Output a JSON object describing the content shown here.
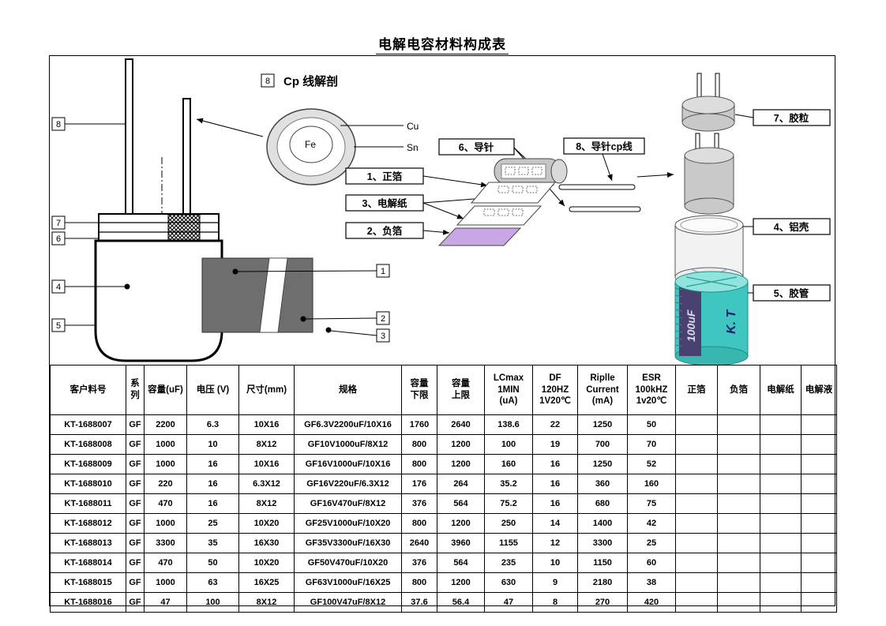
{
  "title": "电解电容材料构成表",
  "diagram": {
    "cp_section": {
      "number": "8",
      "title": "Cp 线解剖",
      "core_label": "Fe",
      "mid_label": "Cu",
      "outer_label": "Sn"
    },
    "callout_boxes": {
      "pos_foil": "1、正箔",
      "paper": "3、电解纸",
      "neg_foil": "2、负箔",
      "lead_pin": "6、导针",
      "lead_cp_wire": "8、导针cp线",
      "rubber_seal": "7、胶粒",
      "aluminum_can": "4、铝壳",
      "rubber_sleeve": "5、胶管"
    },
    "part_numbers": {
      "n1": "1",
      "n2": "2",
      "n3": "3",
      "n4": "4",
      "n5": "5",
      "n6": "6",
      "n7": "7",
      "n8": "8"
    },
    "sleeve_print": {
      "capacity": "100uF",
      "brand": "K. T"
    },
    "colors": {
      "sleeve_teal": "#3fc6c0",
      "sleeve_band": "#494170",
      "foil_purple": "#c9a7e4"
    }
  },
  "table": {
    "headers": [
      {
        "lines": [
          "客户料号"
        ]
      },
      {
        "lines": [
          "系",
          "列"
        ]
      },
      {
        "lines": [
          "容量(uF)"
        ]
      },
      {
        "lines": [
          "电压 (V)"
        ]
      },
      {
        "lines": [
          "尺寸(mm)"
        ]
      },
      {
        "lines": [
          "规格"
        ]
      },
      {
        "lines": [
          "容量",
          "下限"
        ]
      },
      {
        "lines": [
          "容量",
          "上限"
        ]
      },
      {
        "lines": [
          "LCmax",
          "1MIN",
          "(uA)"
        ]
      },
      {
        "lines": [
          "DF",
          "120HZ",
          "1V20℃"
        ]
      },
      {
        "lines": [
          "Riplle",
          "Current",
          "(mA)"
        ]
      },
      {
        "lines": [
          "ESR",
          "100kHZ",
          "1v20℃"
        ]
      },
      {
        "lines": [
          "正箔"
        ]
      },
      {
        "lines": [
          "负箔"
        ]
      },
      {
        "lines": [
          "电解纸"
        ]
      },
      {
        "lines": [
          "电解液"
        ]
      }
    ],
    "rows": [
      [
        "KT-1688007",
        "GF",
        "2200",
        "6.3",
        "10X16",
        "GF6.3V2200uF/10X16",
        "1760",
        "2640",
        "138.6",
        "22",
        "1250",
        "50",
        "",
        "",
        "",
        ""
      ],
      [
        "KT-1688008",
        "GF",
        "1000",
        "10",
        "8X12",
        "GF10V1000uF/8X12",
        "800",
        "1200",
        "100",
        "19",
        "700",
        "70",
        "",
        "",
        "",
        ""
      ],
      [
        "KT-1688009",
        "GF",
        "1000",
        "16",
        "10X16",
        "GF16V1000uF/10X16",
        "800",
        "1200",
        "160",
        "16",
        "1250",
        "52",
        "",
        "",
        "",
        ""
      ],
      [
        "KT-1688010",
        "GF",
        "220",
        "16",
        "6.3X12",
        "GF16V220uF/6.3X12",
        "176",
        "264",
        "35.2",
        "16",
        "360",
        "160",
        "",
        "",
        "",
        ""
      ],
      [
        "KT-1688011",
        "GF",
        "470",
        "16",
        "8X12",
        "GF16V470uF/8X12",
        "376",
        "564",
        "75.2",
        "16",
        "680",
        "75",
        "",
        "",
        "",
        ""
      ],
      [
        "KT-1688012",
        "GF",
        "1000",
        "25",
        "10X20",
        "GF25V1000uF/10X20",
        "800",
        "1200",
        "250",
        "14",
        "1400",
        "42",
        "",
        "",
        "",
        ""
      ],
      [
        "KT-1688013",
        "GF",
        "3300",
        "35",
        "16X30",
        "GF35V3300uF/16X30",
        "2640",
        "3960",
        "1155",
        "12",
        "3300",
        "25",
        "",
        "",
        "",
        ""
      ],
      [
        "KT-1688014",
        "GF",
        "470",
        "50",
        "10X20",
        "GF50V470uF/10X20",
        "376",
        "564",
        "235",
        "10",
        "1150",
        "60",
        "",
        "",
        "",
        ""
      ],
      [
        "KT-1688015",
        "GF",
        "1000",
        "63",
        "16X25",
        "GF63V1000uF/16X25",
        "800",
        "1200",
        "630",
        "9",
        "2180",
        "38",
        "",
        "",
        "",
        ""
      ],
      [
        "KT-1688016",
        "GF",
        "47",
        "100",
        "8X12",
        "GF100V47uF/8X12",
        "37.6",
        "56.4",
        "47",
        "8",
        "270",
        "420",
        "",
        "",
        "",
        ""
      ]
    ]
  }
}
